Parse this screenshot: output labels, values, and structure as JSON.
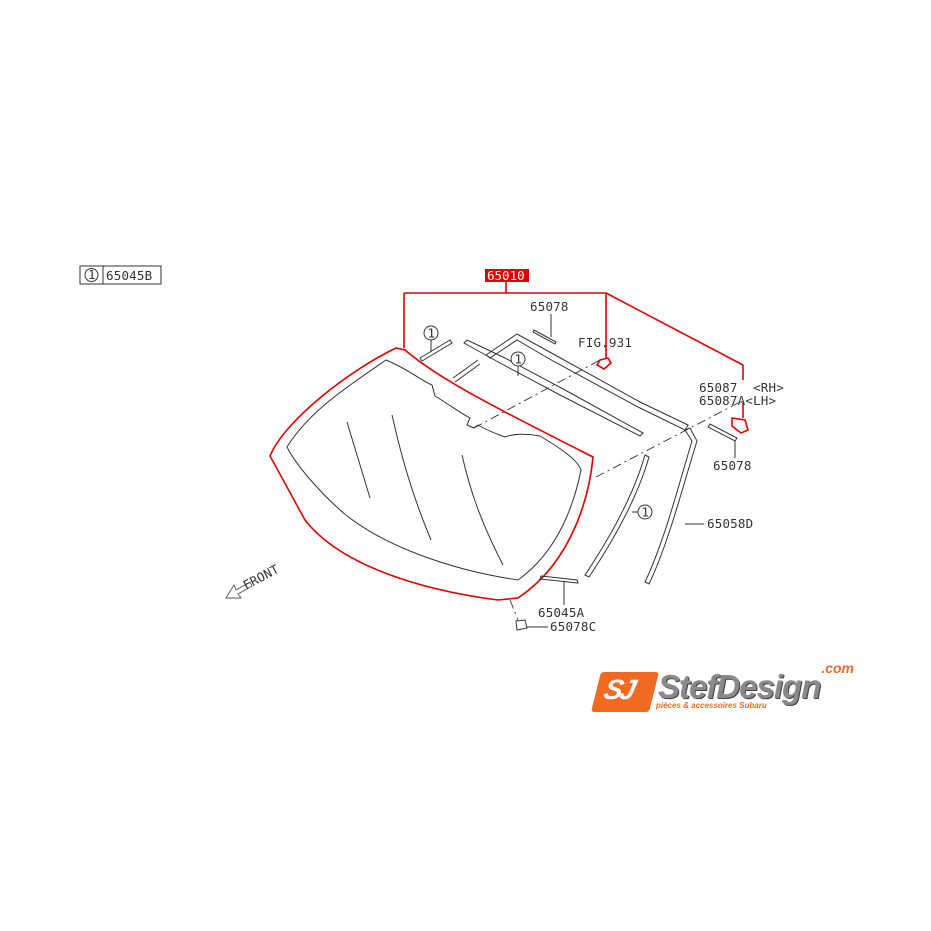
{
  "diagram": {
    "title_part": "65010",
    "legend": {
      "ref_number": "1",
      "part": "65045B"
    },
    "labels": {
      "top_molding": "65078",
      "fig_ref": "FIG.931",
      "clip_rh": "65087  <RH>",
      "clip_lh": "65087A<LH>",
      "side_molding": "65078",
      "side_weatherstrip": "65058D",
      "lower_molding": "65045A",
      "lower_clip": "65078C",
      "ref_circle_1": "1",
      "ref_circle_2": "1",
      "ref_circle_3": "1",
      "front_arrow": "FRONT"
    },
    "colors": {
      "highlight": "#e00000",
      "line": "#333333"
    }
  },
  "logo": {
    "badge": "SJ",
    "name": "StefDesign",
    "domain": ".com",
    "tagline": "pièces & accessoires Subaru",
    "accent": "#f26a21"
  }
}
